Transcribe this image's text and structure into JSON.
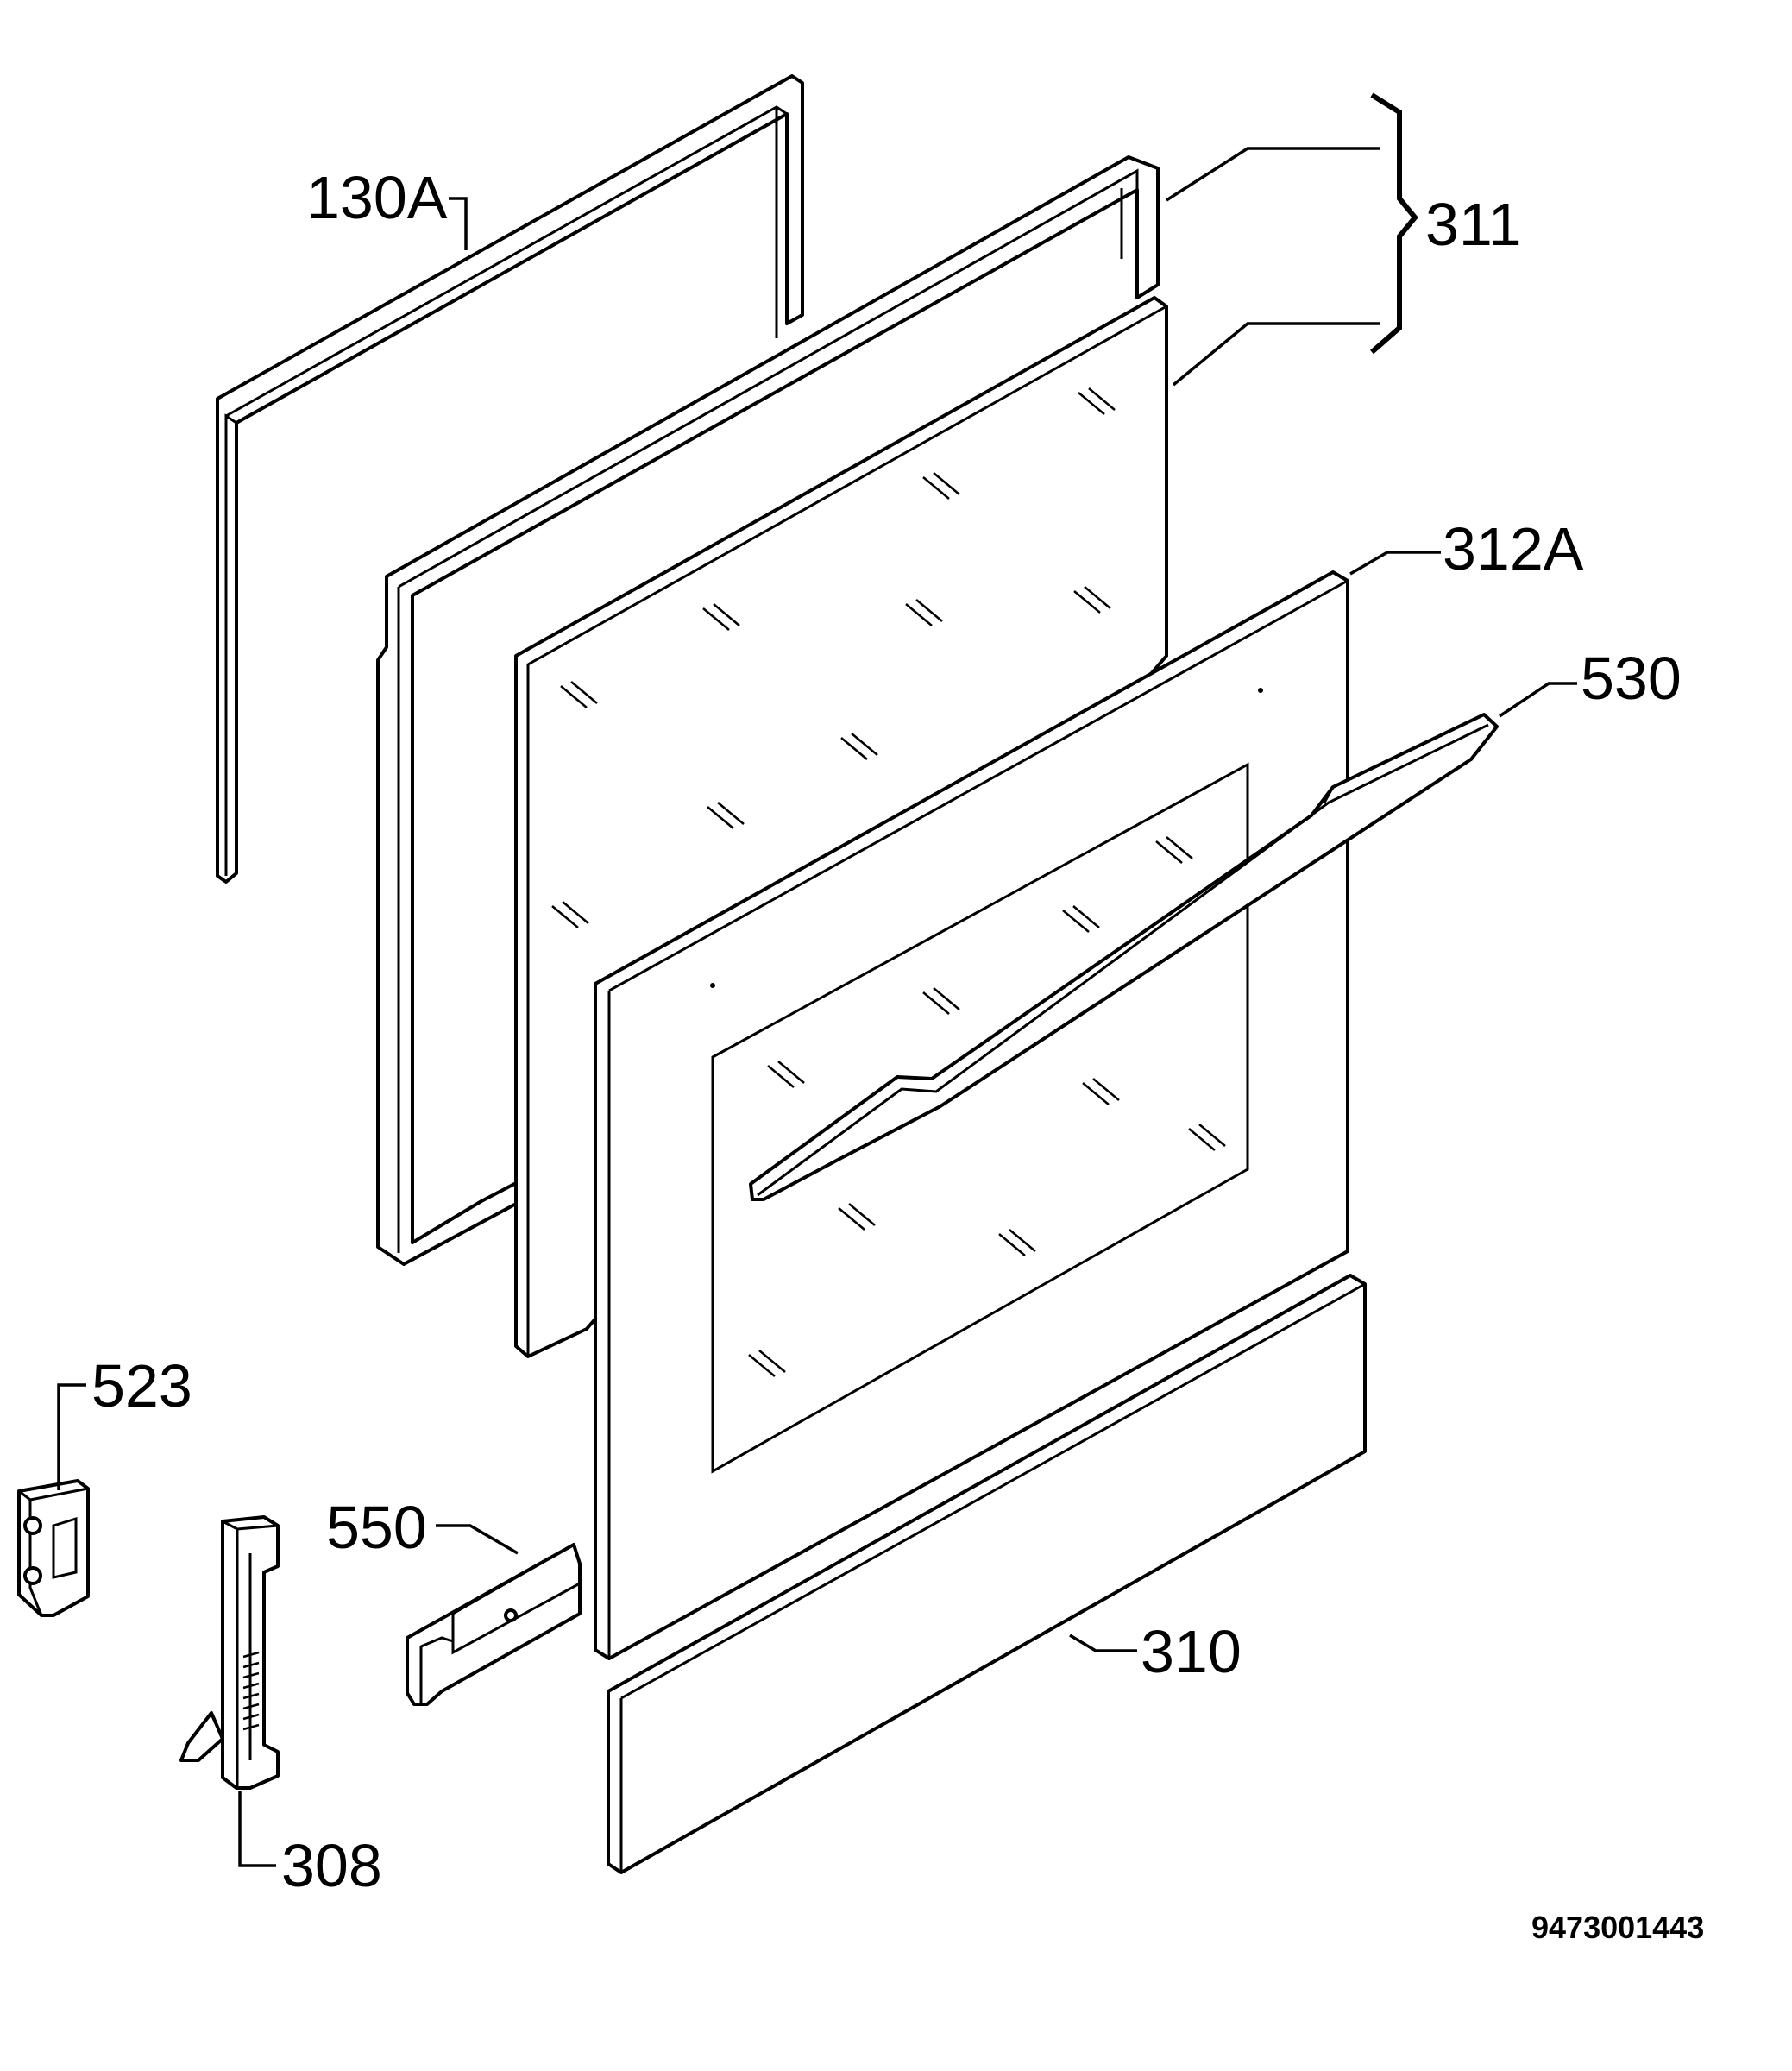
{
  "diagram": {
    "labels": {
      "p130a": "130A",
      "p311": "311",
      "p312a": "312A",
      "p530": "530",
      "p523": "523",
      "p550": "550",
      "p310": "310",
      "p308": "308"
    },
    "drawing_code": "9473001443"
  }
}
